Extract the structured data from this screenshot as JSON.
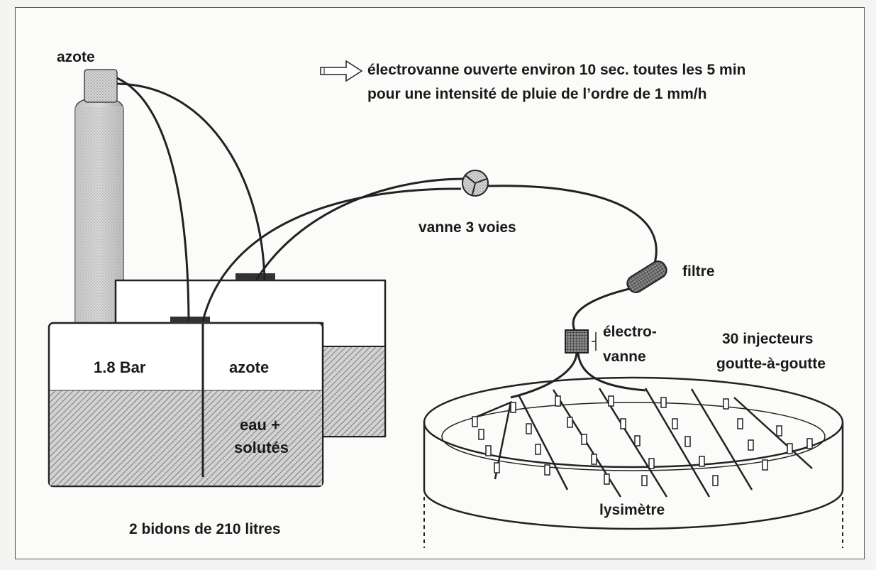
{
  "labels": {
    "gas_cylinder": "azote",
    "note_line1": "électrovanne ouverte environ 10 sec. toutes les 5 min",
    "note_line2": "pour une intensité de pluie de l’ordre de 1 mm/h",
    "valve_3way": "vanne 3 voies",
    "filter": "filtre",
    "solenoid_valve_line1": "électro-",
    "solenoid_valve_line2": "vanne",
    "injectors_line1": "30 injecteurs",
    "injectors_line2": "goutte-à-goutte",
    "pressure": "1.8 Bar",
    "drum_gas": "azote",
    "drum_liquid_line1": "eau +",
    "drum_liquid_line2": "solutés",
    "drums_caption": "2 bidons de 210 litres",
    "lysimeter": "lysimètre"
  }
}
